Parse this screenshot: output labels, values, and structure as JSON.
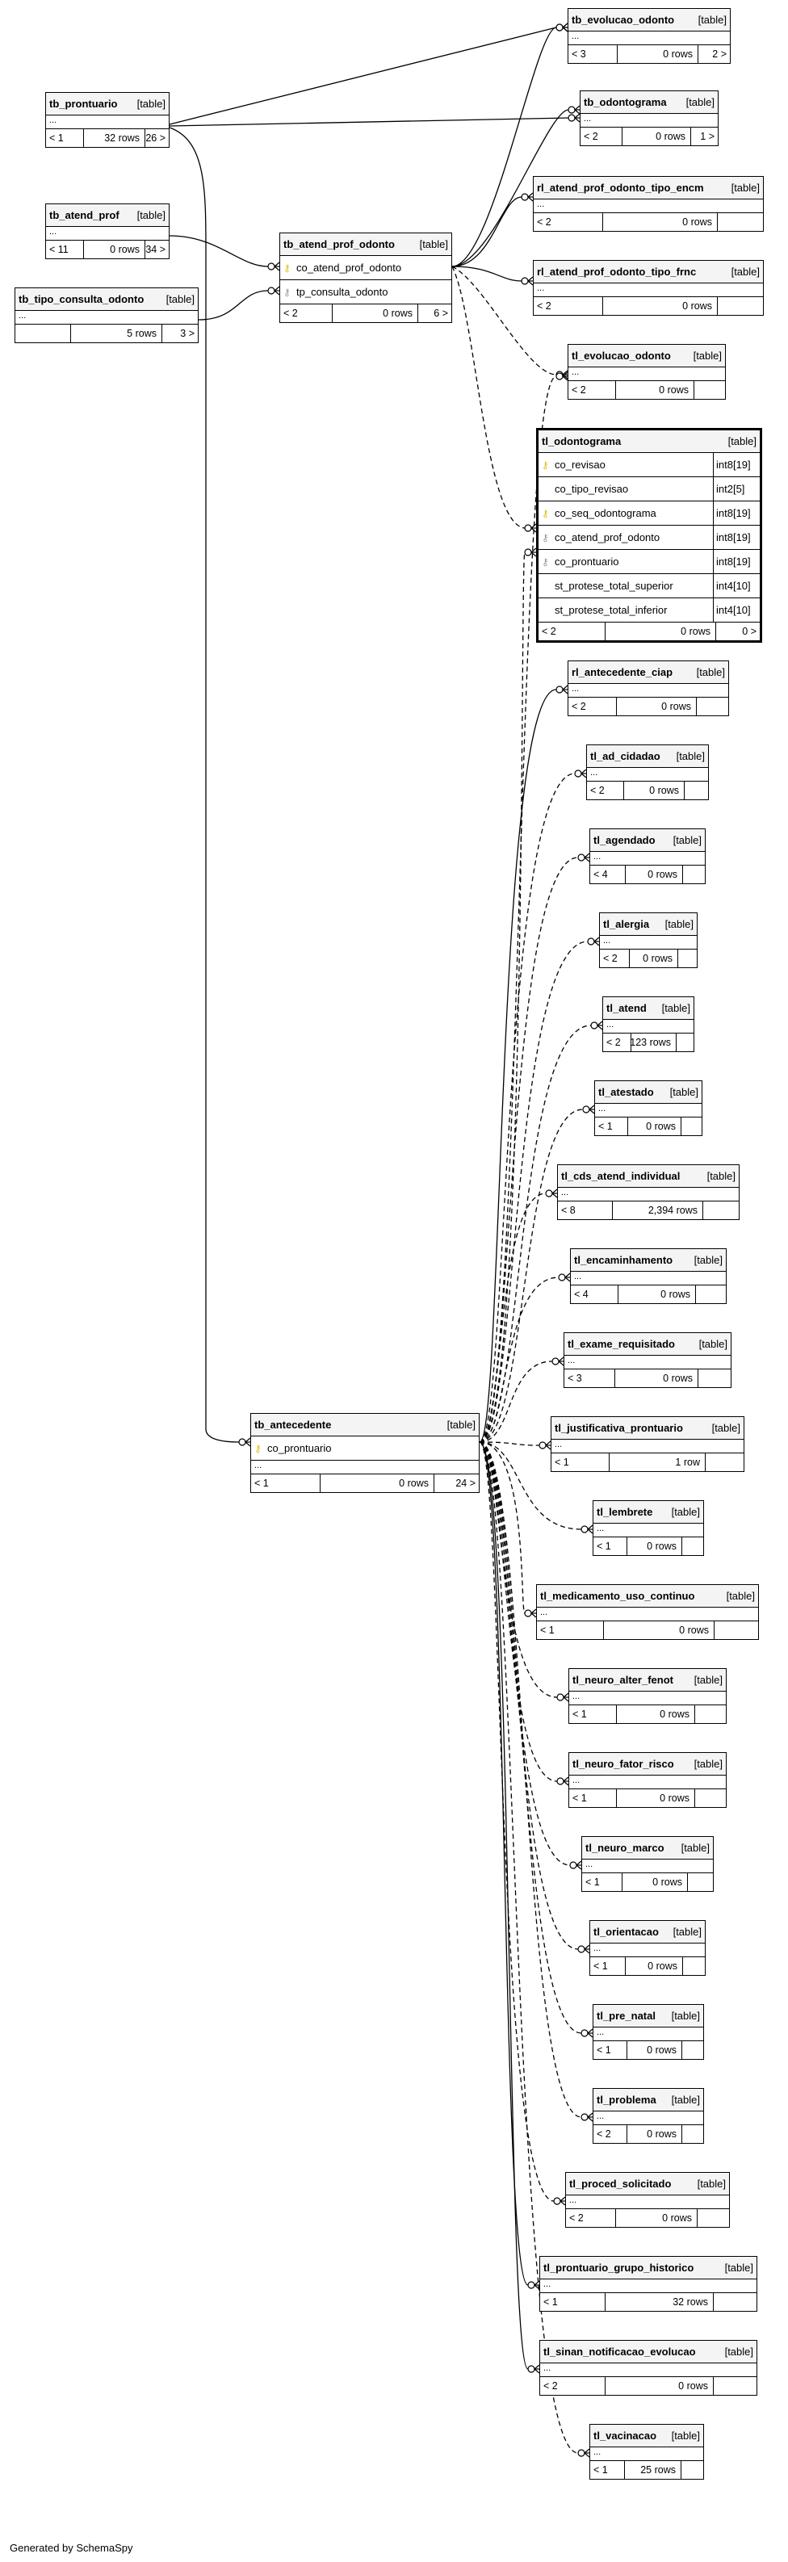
{
  "credit": "Generated by SchemaSpy",
  "tables": [
    {
      "id": "tb_prontuario",
      "name": "tb_prontuario",
      "type": "[table]",
      "dots": "...",
      "parents": "< 1",
      "rows": "32 rows",
      "children": "26 >",
      "columns": []
    },
    {
      "id": "tb_atend_prof",
      "name": "tb_atend_prof",
      "type": "[table]",
      "dots": "...",
      "parents": "< 11",
      "rows": "0 rows",
      "children": "34 >",
      "columns": []
    },
    {
      "id": "tb_tipo_consulta_odonto",
      "name": "tb_tipo_consulta_odonto",
      "type": "[table]",
      "dots": "...",
      "parents": "",
      "rows": "5 rows",
      "children": "3 >",
      "columns": []
    },
    {
      "id": "tb_atend_prof_odonto",
      "name": "tb_atend_prof_odonto",
      "type": "[table]",
      "dots": "",
      "parents": "< 2",
      "rows": "0 rows",
      "children": "6 >",
      "columns": [
        {
          "name": "co_atend_prof_odonto",
          "dtype": "",
          "key": "pk"
        },
        {
          "name": "tp_consulta_odonto",
          "dtype": "",
          "key": "fk"
        }
      ]
    },
    {
      "id": "tb_evolucao_odonto",
      "name": "tb_evolucao_odonto",
      "type": "[table]",
      "dots": "...",
      "parents": "< 3",
      "rows": "0 rows",
      "children": "2 >",
      "columns": []
    },
    {
      "id": "tb_odontograma",
      "name": "tb_odontograma",
      "type": "[table]",
      "dots": "...",
      "parents": "< 2",
      "rows": "0 rows",
      "children": "1 >",
      "columns": []
    },
    {
      "id": "rl_atend_prof_odonto_tipo_encm",
      "name": "rl_atend_prof_odonto_tipo_encm",
      "type": "[table]",
      "dots": "...",
      "parents": "< 2",
      "rows": "0 rows",
      "children": "",
      "columns": []
    },
    {
      "id": "rl_atend_prof_odonto_tipo_frnc",
      "name": "rl_atend_prof_odonto_tipo_frnc",
      "type": "[table]",
      "dots": "...",
      "parents": "< 2",
      "rows": "0 rows",
      "children": "",
      "columns": []
    },
    {
      "id": "tl_evolucao_odonto",
      "name": "tl_evolucao_odonto",
      "type": "[table]",
      "dots": "...",
      "parents": "< 2",
      "rows": "0 rows",
      "children": "",
      "columns": []
    },
    {
      "id": "tl_odontograma",
      "name": "tl_odontograma",
      "type": "[table]",
      "dots": "",
      "parents": "< 2",
      "rows": "0 rows",
      "children": "0 >",
      "columns": [
        {
          "name": "co_revisao",
          "dtype": "int8[19]",
          "key": "pk"
        },
        {
          "name": "co_tipo_revisao",
          "dtype": "int2[5]",
          "key": ""
        },
        {
          "name": "co_seq_odontograma",
          "dtype": "int8[19]",
          "key": "pk"
        },
        {
          "name": "co_atend_prof_odonto",
          "dtype": "int8[19]",
          "key": "fk"
        },
        {
          "name": "co_prontuario",
          "dtype": "int8[19]",
          "key": "fk"
        },
        {
          "name": "st_protese_total_superior",
          "dtype": "int4[10]",
          "key": ""
        },
        {
          "name": "st_protese_total_inferior",
          "dtype": "int4[10]",
          "key": ""
        }
      ]
    },
    {
      "id": "rl_antecedente_ciap",
      "name": "rl_antecedente_ciap",
      "type": "[table]",
      "dots": "...",
      "parents": "< 2",
      "rows": "0 rows",
      "children": "",
      "columns": []
    },
    {
      "id": "tl_ad_cidadao",
      "name": "tl_ad_cidadao",
      "type": "[table]",
      "dots": "...",
      "parents": "< 2",
      "rows": "0 rows",
      "children": "",
      "columns": []
    },
    {
      "id": "tl_agendado",
      "name": "tl_agendado",
      "type": "[table]",
      "dots": "...",
      "parents": "< 4",
      "rows": "0 rows",
      "children": "",
      "columns": []
    },
    {
      "id": "tl_alergia",
      "name": "tl_alergia",
      "type": "[table]",
      "dots": "...",
      "parents": "< 2",
      "rows": "0 rows",
      "children": "",
      "columns": []
    },
    {
      "id": "tl_atend",
      "name": "tl_atend",
      "type": "[table]",
      "dots": "...",
      "parents": "< 2",
      "rows": "123 rows",
      "children": "",
      "columns": []
    },
    {
      "id": "tl_atestado",
      "name": "tl_atestado",
      "type": "[table]",
      "dots": "...",
      "parents": "< 1",
      "rows": "0 rows",
      "children": "",
      "columns": []
    },
    {
      "id": "tl_cds_atend_individual",
      "name": "tl_cds_atend_individual",
      "type": "[table]",
      "dots": "...",
      "parents": "< 8",
      "rows": "2,394 rows",
      "children": "",
      "columns": []
    },
    {
      "id": "tl_encaminhamento",
      "name": "tl_encaminhamento",
      "type": "[table]",
      "dots": "...",
      "parents": "< 4",
      "rows": "0 rows",
      "children": "",
      "columns": []
    },
    {
      "id": "tl_exame_requisitado",
      "name": "tl_exame_requisitado",
      "type": "[table]",
      "dots": "...",
      "parents": "< 3",
      "rows": "0 rows",
      "children": "",
      "columns": []
    },
    {
      "id": "tl_justificativa_prontuario",
      "name": "tl_justificativa_prontuario",
      "type": "[table]",
      "dots": "...",
      "parents": "< 1",
      "rows": "1 row",
      "children": "",
      "columns": []
    },
    {
      "id": "tl_lembrete",
      "name": "tl_lembrete",
      "type": "[table]",
      "dots": "...",
      "parents": "< 1",
      "rows": "0 rows",
      "children": "",
      "columns": []
    },
    {
      "id": "tl_medicamento_uso_continuo",
      "name": "tl_medicamento_uso_continuo",
      "type": "[table]",
      "dots": "...",
      "parents": "< 1",
      "rows": "0 rows",
      "children": "",
      "columns": []
    },
    {
      "id": "tl_neuro_alter_fenot",
      "name": "tl_neuro_alter_fenot",
      "type": "[table]",
      "dots": "...",
      "parents": "< 1",
      "rows": "0 rows",
      "children": "",
      "columns": []
    },
    {
      "id": "tl_neuro_fator_risco",
      "name": "tl_neuro_fator_risco",
      "type": "[table]",
      "dots": "...",
      "parents": "< 1",
      "rows": "0 rows",
      "children": "",
      "columns": []
    },
    {
      "id": "tl_neuro_marco",
      "name": "tl_neuro_marco",
      "type": "[table]",
      "dots": "...",
      "parents": "< 1",
      "rows": "0 rows",
      "children": "",
      "columns": []
    },
    {
      "id": "tl_orientacao",
      "name": "tl_orientacao",
      "type": "[table]",
      "dots": "...",
      "parents": "< 1",
      "rows": "0 rows",
      "children": "",
      "columns": []
    },
    {
      "id": "tl_pre_natal",
      "name": "tl_pre_natal",
      "type": "[table]",
      "dots": "...",
      "parents": "< 1",
      "rows": "0 rows",
      "children": "",
      "columns": []
    },
    {
      "id": "tl_problema",
      "name": "tl_problema",
      "type": "[table]",
      "dots": "...",
      "parents": "< 2",
      "rows": "0 rows",
      "children": "",
      "columns": []
    },
    {
      "id": "tl_proced_solicitado",
      "name": "tl_proced_solicitado",
      "type": "[table]",
      "dots": "...",
      "parents": "< 2",
      "rows": "0 rows",
      "children": "",
      "columns": []
    },
    {
      "id": "tl_prontuario_grupo_historico",
      "name": "tl_prontuario_grupo_historico",
      "type": "[table]",
      "dots": "...",
      "parents": "< 1",
      "rows": "32 rows",
      "children": "",
      "columns": []
    },
    {
      "id": "tl_sinan_notificacao_evolucao",
      "name": "tl_sinan_notificacao_evolucao",
      "type": "[table]",
      "dots": "...",
      "parents": "< 2",
      "rows": "0 rows",
      "children": "",
      "columns": []
    },
    {
      "id": "tl_vacinacao",
      "name": "tl_vacinacao",
      "type": "[table]",
      "dots": "...",
      "parents": "< 1",
      "rows": "25 rows",
      "children": "",
      "columns": []
    },
    {
      "id": "tb_antecedente",
      "name": "tb_antecedente",
      "type": "[table]",
      "dots": "...",
      "parents": "< 1",
      "rows": "0 rows",
      "children": "24 >",
      "columns": [
        {
          "name": "co_prontuario",
          "dtype": "",
          "key": "pk"
        }
      ]
    }
  ]
}
